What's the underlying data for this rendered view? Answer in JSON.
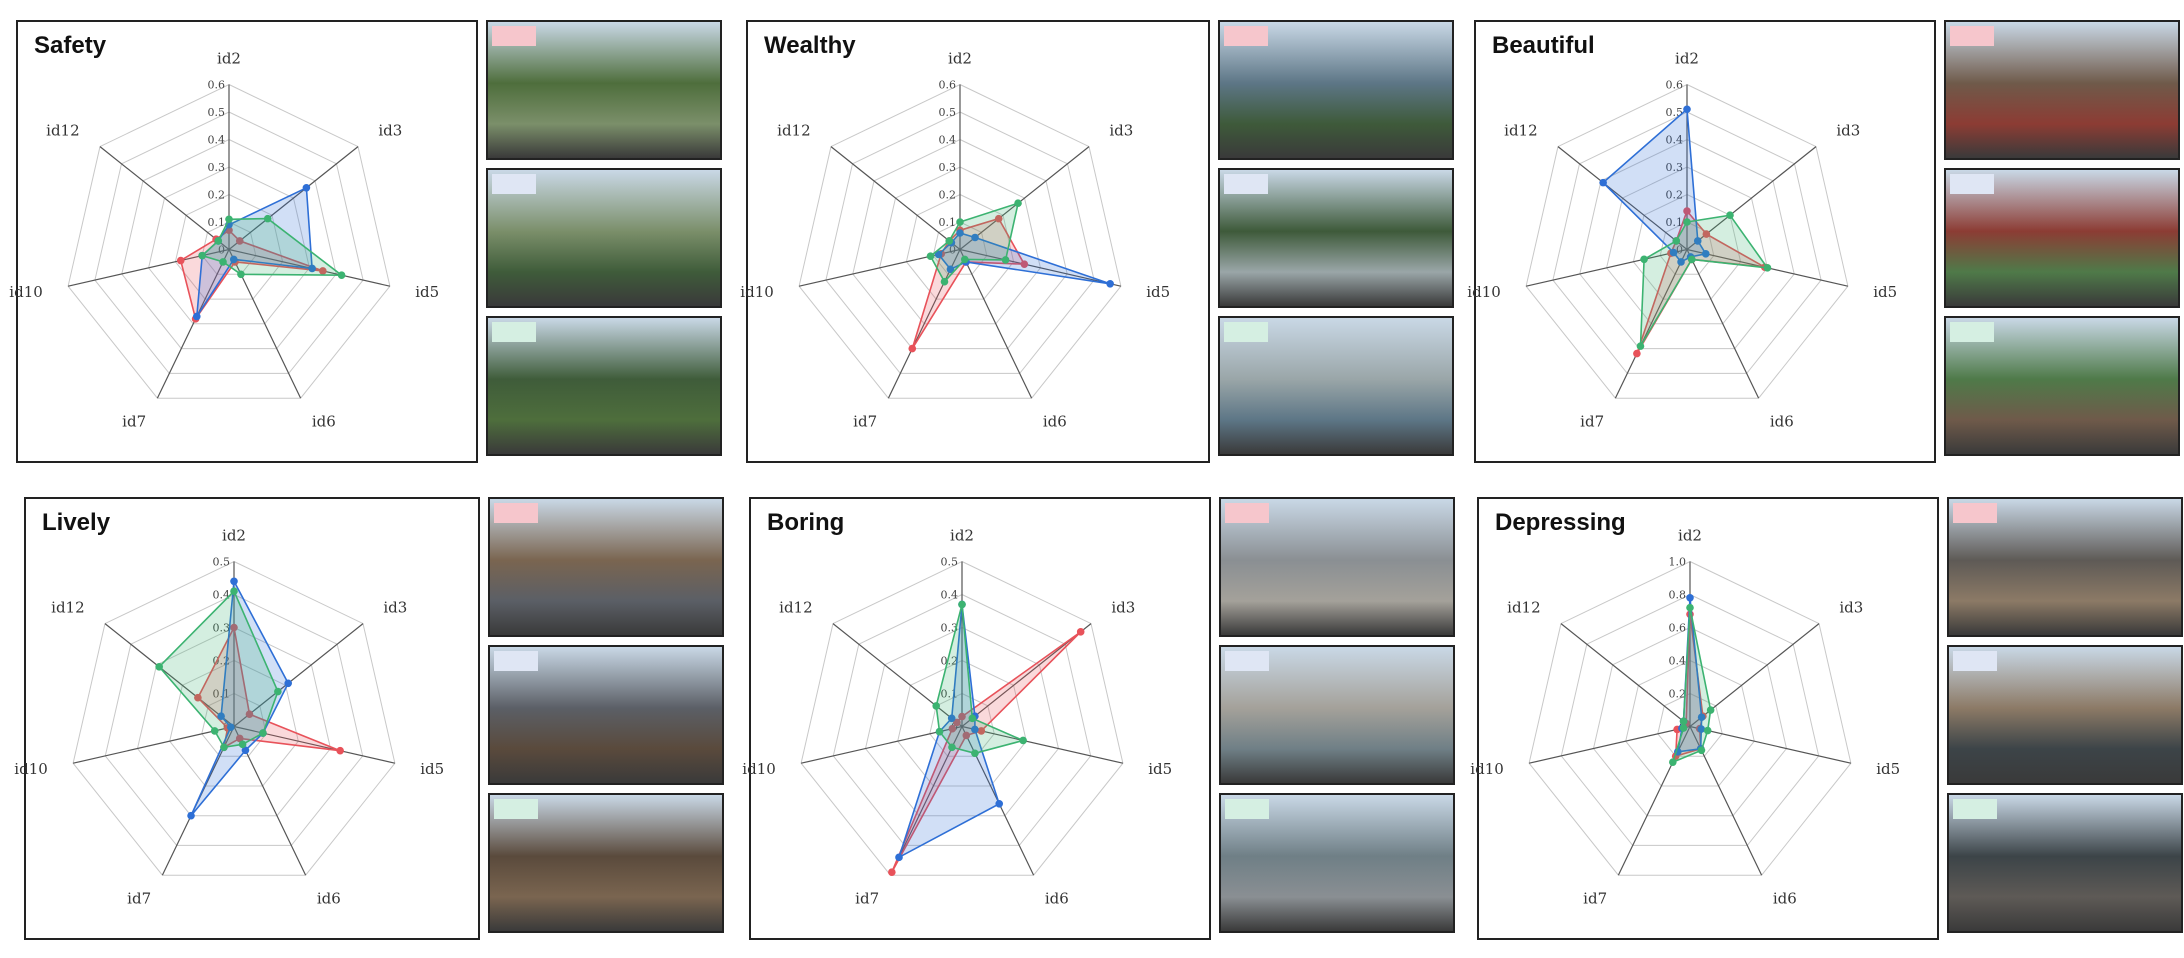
{
  "colors": {
    "red": "#e8525a",
    "blue": "#2e6fd6",
    "green": "#3cb371",
    "grid": "#c8c8c8",
    "spoke": "#555555",
    "tag_red": "#f6c6cc",
    "tag_blue": "#dfe6f4",
    "tag_green": "#d5efe2"
  },
  "chart_data": [
    {
      "type": "radar",
      "title": "Safety",
      "axes": [
        "id2",
        "id3",
        "id5",
        "id6",
        "id7",
        "id10",
        "id12"
      ],
      "ticks": [
        "0",
        "0.1",
        "0.2",
        "0.3",
        "0.4",
        "0.5",
        "0.6"
      ],
      "max": 0.6,
      "series": [
        {
          "color": "red",
          "values": [
            0.07,
            0.05,
            0.35,
            0.05,
            0.28,
            0.18,
            0.06
          ]
        },
        {
          "color": "blue",
          "values": [
            0.09,
            0.36,
            0.31,
            0.04,
            0.27,
            0.1,
            0.05
          ]
        },
        {
          "color": "green",
          "values": [
            0.11,
            0.18,
            0.42,
            0.1,
            0.05,
            0.1,
            0.05
          ]
        }
      ]
    },
    {
      "type": "radar",
      "title": "Wealthy",
      "axes": [
        "id2",
        "id3",
        "id5",
        "id6",
        "id7",
        "id10",
        "id12"
      ],
      "ticks": [
        "0",
        "0.1",
        "0.2",
        "0.3",
        "0.4",
        "0.5",
        "0.6"
      ],
      "max": 0.6,
      "series": [
        {
          "color": "red",
          "values": [
            0.07,
            0.18,
            0.24,
            0.05,
            0.4,
            0.07,
            0.05
          ]
        },
        {
          "color": "blue",
          "values": [
            0.06,
            0.07,
            0.56,
            0.05,
            0.08,
            0.08,
            0.04
          ]
        },
        {
          "color": "green",
          "values": [
            0.1,
            0.27,
            0.17,
            0.04,
            0.13,
            0.11,
            0.05
          ]
        }
      ]
    },
    {
      "type": "radar",
      "title": "Beautiful",
      "axes": [
        "id2",
        "id3",
        "id5",
        "id6",
        "id7",
        "id10",
        "id12"
      ],
      "ticks": [
        "0",
        "0.1",
        "0.2",
        "0.3",
        "0.4",
        "0.5",
        "0.6"
      ],
      "max": 0.6,
      "series": [
        {
          "color": "red",
          "values": [
            0.14,
            0.09,
            0.29,
            0.04,
            0.42,
            0.06,
            0.05
          ]
        },
        {
          "color": "blue",
          "values": [
            0.51,
            0.05,
            0.07,
            0.03,
            0.05,
            0.05,
            0.39
          ]
        },
        {
          "color": "green",
          "values": [
            0.1,
            0.2,
            0.3,
            0.04,
            0.39,
            0.16,
            0.05
          ]
        }
      ]
    },
    {
      "type": "radar",
      "title": "Lively",
      "axes": [
        "id2",
        "id3",
        "id5",
        "id6",
        "id7",
        "id10",
        "id12"
      ],
      "ticks": [
        "0",
        "0.1",
        "0.2",
        "0.3",
        "0.4",
        "0.5"
      ],
      "max": 0.5,
      "series": [
        {
          "color": "red",
          "values": [
            0.3,
            0.06,
            0.33,
            0.04,
            0.07,
            0.02,
            0.14
          ]
        },
        {
          "color": "blue",
          "values": [
            0.44,
            0.21,
            0.09,
            0.08,
            0.3,
            0.01,
            0.05
          ]
        },
        {
          "color": "green",
          "values": [
            0.41,
            0.17,
            0.09,
            0.06,
            0.07,
            0.06,
            0.29
          ]
        }
      ]
    },
    {
      "type": "radar",
      "title": "Boring",
      "axes": [
        "id2",
        "id3",
        "id5",
        "id6",
        "id7",
        "id10",
        "id12"
      ],
      "ticks": [
        "0",
        "0.1",
        "0.2",
        "0.3",
        "0.4",
        "0.5"
      ],
      "max": 0.5,
      "series": [
        {
          "color": "red",
          "values": [
            0.03,
            0.46,
            0.06,
            0.03,
            0.49,
            0.03,
            0.02
          ]
        },
        {
          "color": "blue",
          "values": [
            0.37,
            0.05,
            0.04,
            0.26,
            0.44,
            0.07,
            0.04
          ]
        },
        {
          "color": "green",
          "values": [
            0.37,
            0.04,
            0.19,
            0.09,
            0.07,
            0.07,
            0.1
          ]
        }
      ]
    },
    {
      "type": "radar",
      "title": "Depressing",
      "axes": [
        "id2",
        "id3",
        "id5",
        "id6",
        "id7",
        "id10",
        "id12"
      ],
      "ticks": [
        "0",
        "0.2",
        "0.4",
        "0.6",
        "0.8",
        "1.0"
      ],
      "max": 1.0,
      "series": [
        {
          "color": "red",
          "values": [
            0.68,
            0.1,
            0.06,
            0.15,
            0.2,
            0.08,
            0.03
          ]
        },
        {
          "color": "blue",
          "values": [
            0.78,
            0.09,
            0.07,
            0.15,
            0.17,
            0.05,
            0.05
          ]
        },
        {
          "color": "green",
          "values": [
            0.72,
            0.16,
            0.11,
            0.16,
            0.24,
            0.04,
            0.05
          ]
        }
      ]
    }
  ]
}
